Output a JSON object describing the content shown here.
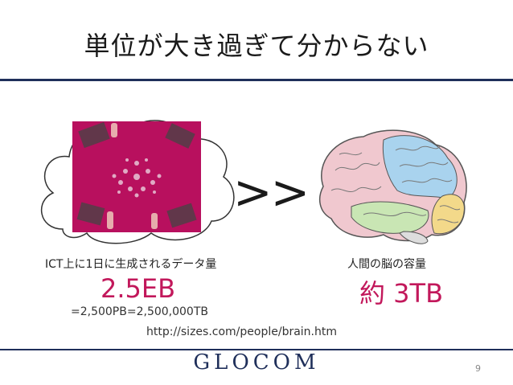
{
  "slide": {
    "title": "単位が大き過ぎて分からない",
    "comparison_symbol": ">>",
    "left": {
      "label": "ICT上に1日に生成されるデータ量",
      "value": "2.5EB",
      "conversion": "=2,500PB=2,500,000TB"
    },
    "right": {
      "label": "人間の脳の容量",
      "value": "約 3TB"
    },
    "source_url": "http://sizes.com/people/brain.htm",
    "footer_brand": "GLOCOM",
    "page_number": "9"
  },
  "colors": {
    "accent": "#c2185b",
    "navy": "#1f2f5a",
    "photo_magenta": "#b8105e"
  },
  "icons": [
    "cloud-icon",
    "brain-illustration"
  ]
}
